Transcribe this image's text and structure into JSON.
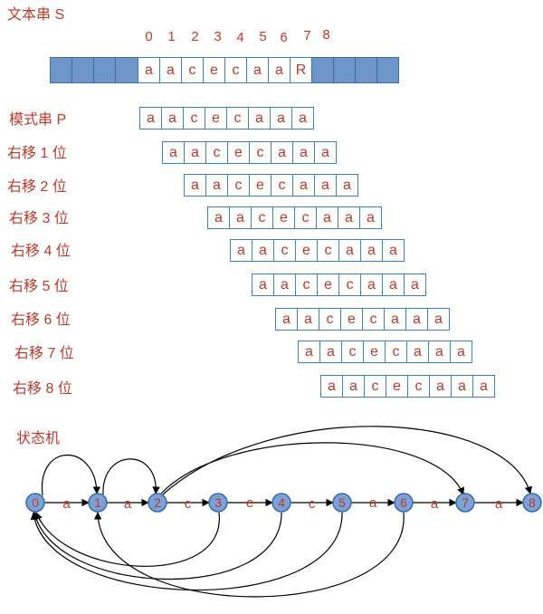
{
  "labels": {
    "text_string": "文本串 S",
    "pattern": "模式串 P",
    "state_machine": "状态机",
    "shifts": [
      "右移 1 位",
      "右移 2 位",
      "右移 3 位",
      "右移 4 位",
      "右移 5 位",
      "右移 6 位",
      "右移 7 位",
      "右移 8 位"
    ]
  },
  "indices": [
    "0",
    "1",
    "2",
    "3",
    "4",
    "5",
    "6",
    "7",
    "8"
  ],
  "text_chars": [
    "a",
    "a",
    "c",
    "e",
    "c",
    "a",
    "a",
    "R"
  ],
  "pattern_chars": [
    "a",
    "a",
    "c",
    "e",
    "c",
    "a",
    "a",
    "a"
  ],
  "states": [
    "0",
    "1",
    "2",
    "3",
    "4",
    "5",
    "6",
    "7",
    "8"
  ],
  "edges": [
    "a",
    "a",
    "c",
    "e",
    "c",
    "a",
    "a",
    "a"
  ],
  "colors": {
    "text": "#c0392b",
    "border": "#3b7fc4",
    "fill": "#6f96c9",
    "node": "#7aa2d6"
  }
}
